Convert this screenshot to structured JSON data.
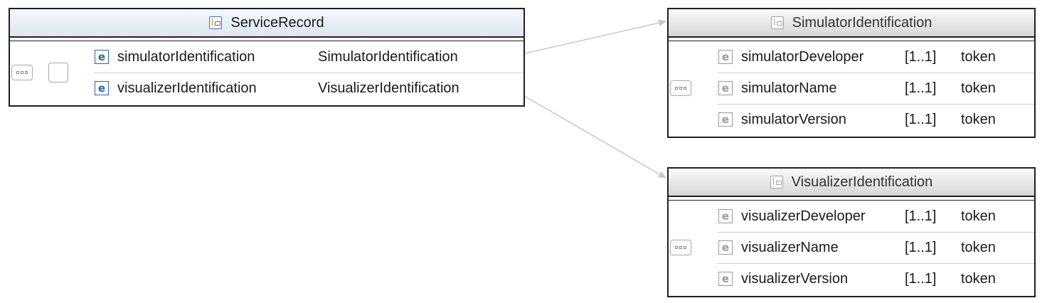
{
  "service_record": {
    "title": "ServiceRecord",
    "elements": [
      {
        "name": "simulatorIdentification",
        "type": "SimulatorIdentification"
      },
      {
        "name": "visualizerIdentification",
        "type": "VisualizerIdentification"
      }
    ]
  },
  "simulator_identification": {
    "title": "SimulatorIdentification",
    "elements": [
      {
        "name": "simulatorDeveloper",
        "cardinality": "[1..1]",
        "type": "token"
      },
      {
        "name": "simulatorName",
        "cardinality": "[1..1]",
        "type": "token"
      },
      {
        "name": "simulatorVersion",
        "cardinality": "[1..1]",
        "type": "token"
      }
    ]
  },
  "visualizer_identification": {
    "title": "VisualizerIdentification",
    "elements": [
      {
        "name": "visualizerDeveloper",
        "cardinality": "[1..1]",
        "type": "token"
      },
      {
        "name": "visualizerName",
        "cardinality": "[1..1]",
        "type": "token"
      },
      {
        "name": "visualizerVersion",
        "cardinality": "[1..1]",
        "type": "token"
      }
    ]
  },
  "element_icon_letter": "e",
  "icons": {
    "complex_type": "complex-type-icon",
    "element": "element-icon",
    "sequence": "sequence-compositor-icon",
    "choice": "choice-compositor-icon"
  },
  "colors": {
    "accent_blue": "#2e63a8",
    "border": "#1f1f1f",
    "connector": "#c8c8c8"
  }
}
